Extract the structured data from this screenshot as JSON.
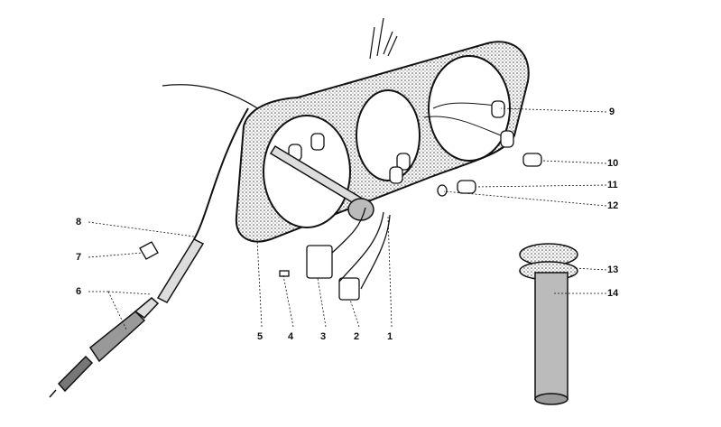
{
  "diagram": {
    "callouts": [
      {
        "id": "8",
        "text": "8"
      },
      {
        "id": "7",
        "text": "7"
      },
      {
        "id": "6",
        "text": "6"
      },
      {
        "id": "5",
        "text": "5"
      },
      {
        "id": "4",
        "text": "4"
      },
      {
        "id": "3",
        "text": "3"
      },
      {
        "id": "2",
        "text": "2"
      },
      {
        "id": "1",
        "text": "1"
      },
      {
        "id": "9",
        "text": "9"
      },
      {
        "id": "10",
        "text": "10"
      },
      {
        "id": "11",
        "text": "11"
      },
      {
        "id": "12",
        "text": "12"
      },
      {
        "id": "13",
        "text": "13"
      },
      {
        "id": "14",
        "text": "14"
      }
    ]
  }
}
